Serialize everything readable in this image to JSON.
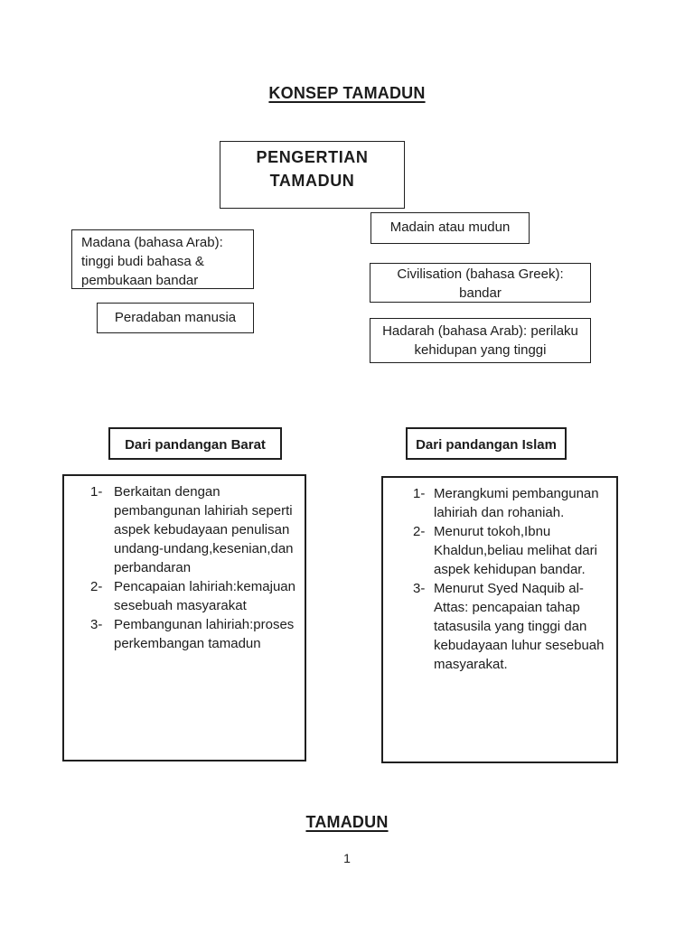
{
  "page": {
    "title": "KONSEP TAMADUN",
    "footer_title": "TAMADUN",
    "page_number": "1"
  },
  "pengertian_box": {
    "text": "PENGERTIAN\nTAMADUN"
  },
  "definitions": {
    "madain": "Madain atau mudun",
    "madana": "Madana (bahasa Arab):\ntinggi budi bahasa &\npembukaan bandar",
    "peradaban": "Peradaban manusia",
    "civilisation": "Civilisation (bahasa Greek):\nbandar",
    "hadarah": "Hadarah (bahasa Arab): perilaku\nkehidupan yang tinggi"
  },
  "west_view": {
    "header": "Dari pandangan Barat",
    "items": [
      {
        "marker": "1-",
        "text": "Berkaitan dengan\npembangunan lahiriah seperti\naspek kebudayaan penulisan\nundang-undang,kesenian,dan\nperbandaran"
      },
      {
        "marker": "2-",
        "text": "Pencapaian lahiriah:kemajuan\nsesebuah masyarakat"
      },
      {
        "marker": "3-",
        "text": "Pembangunan lahiriah:proses\nperkembangan tamadun"
      }
    ]
  },
  "islam_view": {
    "header": "Dari pandangan Islam",
    "items": [
      {
        "marker": "1-",
        "text": "Merangkumi pembangunan\nlahiriah dan rohaniah."
      },
      {
        "marker": "2-",
        "text": "Menurut tokoh,Ibnu\nKhaldun,beliau melihat dari\naspek kehidupan bandar."
      },
      {
        "marker": "3-",
        "text": "Menurut Syed Naquib al-\nAttas: pencapaian tahap\ntatasusila yang tinggi dan\nkebudayaan luhur sesebuah\nmasyarakat."
      }
    ]
  }
}
